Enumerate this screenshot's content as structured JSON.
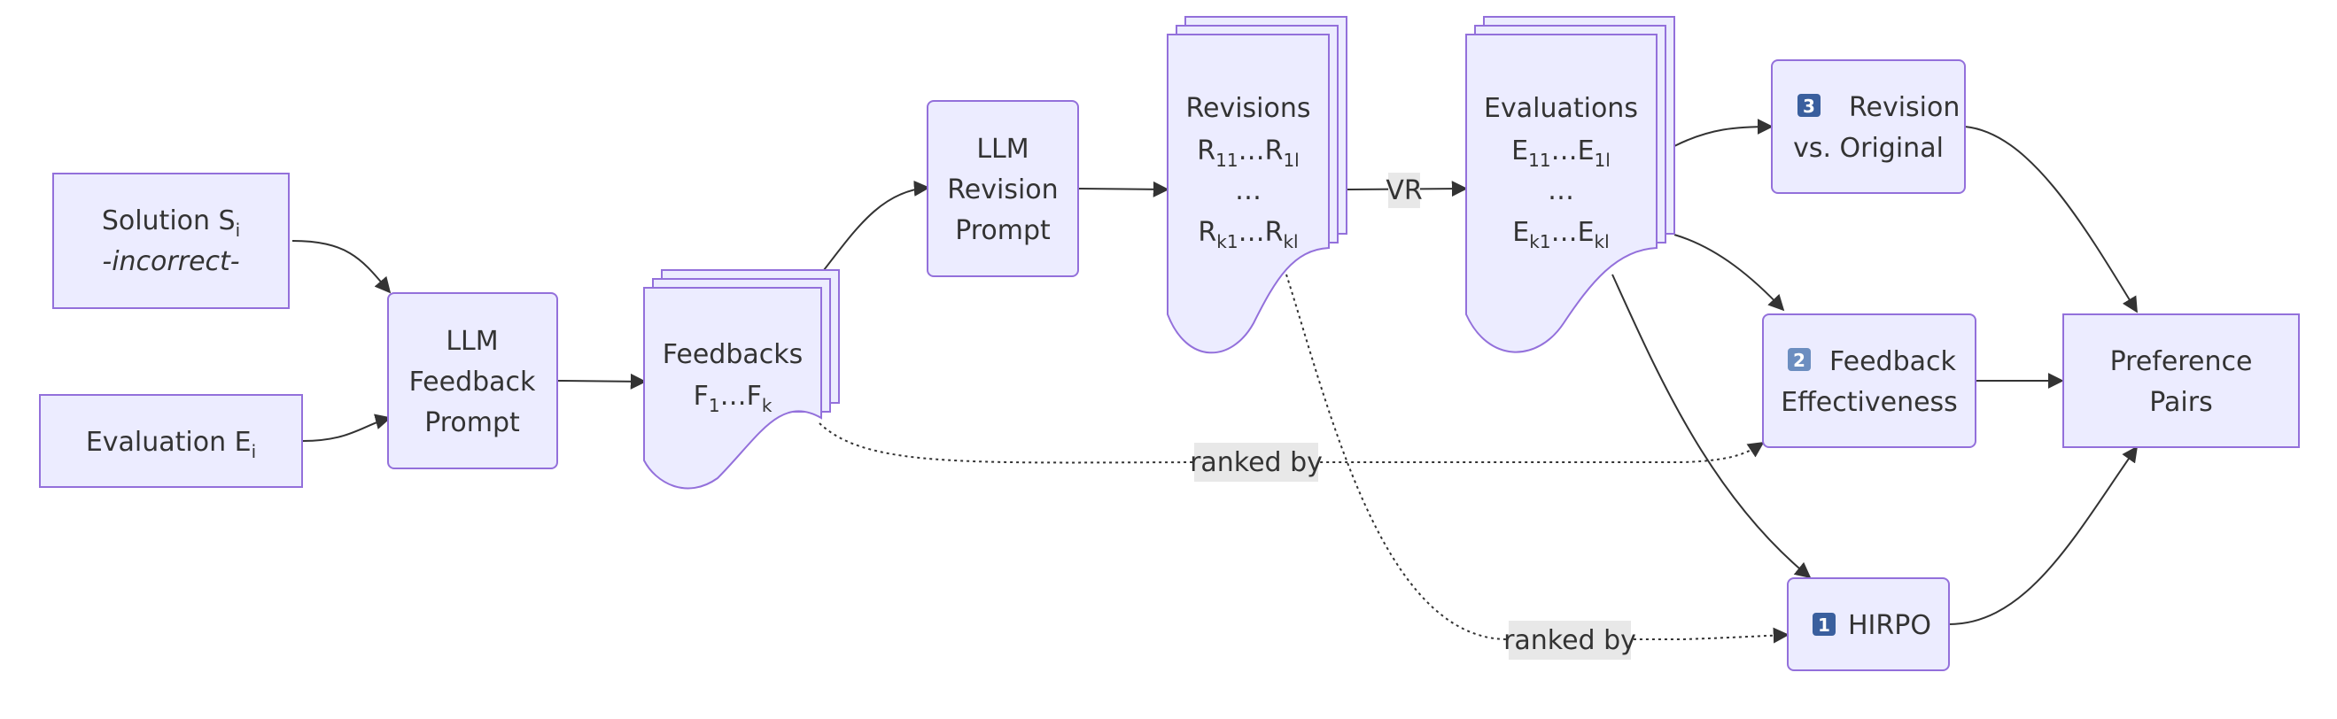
{
  "nodes": {
    "solution": {
      "line1": "Solution S",
      "line1_sub": "i",
      "line2": "-incorrect-"
    },
    "evaluation": {
      "text": "Evaluation E",
      "sub": "i"
    },
    "feedback_prompt": {
      "line1": "LLM",
      "line2": "Feedback",
      "line3": "Prompt"
    },
    "feedbacks": {
      "line1": "Feedbacks",
      "line2": {
        "a": "F",
        "a_sub": "1",
        "mid": "…F",
        "b_sub": "k"
      }
    },
    "revision_prompt": {
      "line1": "LLM",
      "line2": "Revision",
      "line3": "Prompt"
    },
    "revisions": {
      "line1": "Revisions",
      "line2": {
        "a": "R",
        "a_sub": "11",
        "mid": "…R",
        "b_sub": "1l"
      },
      "line3": "…",
      "line4": {
        "a": "R",
        "a_sub": "k1",
        "mid": "…R",
        "b_sub": "kl"
      }
    },
    "evaluations": {
      "line1": "Evaluations",
      "line2": {
        "a": "E",
        "a_sub": "11",
        "mid": "…E",
        "b_sub": "1l"
      },
      "line3": "…",
      "line4": {
        "a": "E",
        "a_sub": "k1",
        "mid": "…E",
        "b_sub": "kl"
      }
    },
    "revision_vs_original": {
      "badge": "3",
      "line1": "Revision",
      "line2": "vs. Original"
    },
    "feedback_effectiveness": {
      "badge": "2",
      "line1": "Feedback",
      "line2": "Effectiveness"
    },
    "hirpo": {
      "badge": "1",
      "text": "HIRPO"
    },
    "preference_pairs": {
      "line1": "Preference",
      "line2": "Pairs"
    }
  },
  "edge_labels": {
    "vr": "VR",
    "ranked_by_feedbacks": "ranked by",
    "ranked_by_revisions": "ranked by"
  },
  "colors": {
    "node_fill": "#ECECFF",
    "node_stroke": "#9370DB",
    "edge": "#333333",
    "edge_label_bg": "#E8E8E8"
  }
}
